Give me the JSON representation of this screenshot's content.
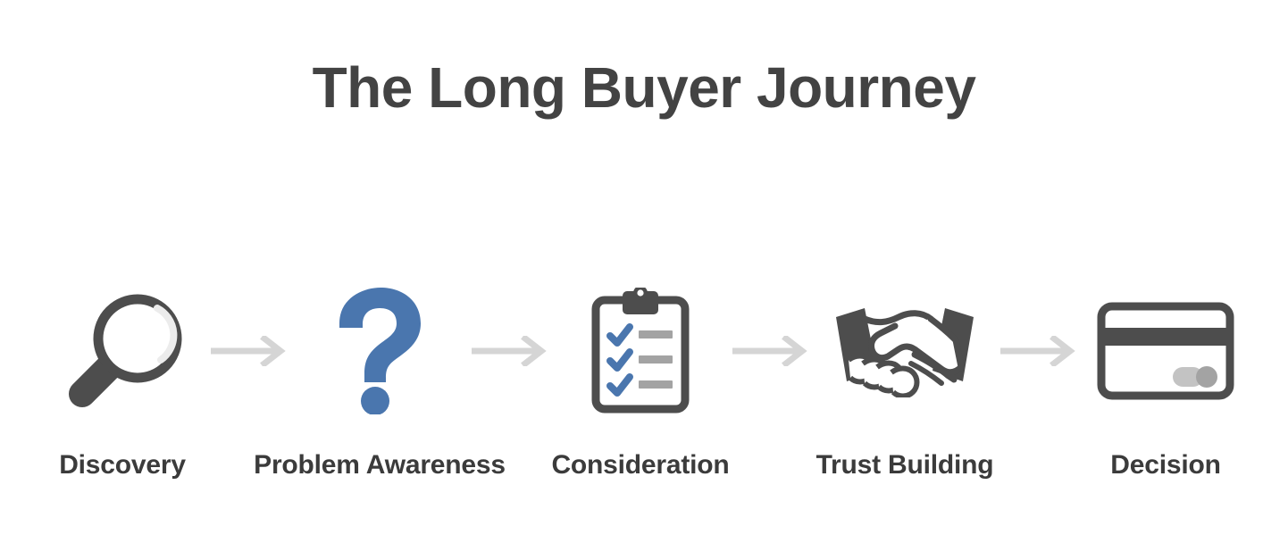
{
  "page": {
    "background_color": "#ffffff",
    "title": "The Long Buyer Journey"
  },
  "theme": {
    "title_color": "#434343",
    "label_color": "#3b3b3b",
    "icon_dark": "#4d4d4d",
    "icon_accent_blue": "#4a76ae",
    "icon_light_gray": "#a3a3a3",
    "arrow_color": "#d5d5d5",
    "highlight_gray": "#ececec"
  },
  "journey": {
    "arrow_icon_name": "arrow-right-icon",
    "stages": [
      {
        "id": "discovery",
        "label": "Discovery",
        "icon": "magnifying-glass-icon"
      },
      {
        "id": "problem-awareness",
        "label": "Problem Awareness",
        "icon": "question-mark-icon"
      },
      {
        "id": "consideration",
        "label": "Consideration",
        "icon": "clipboard-checklist-icon"
      },
      {
        "id": "trust-building",
        "label": "Trust Building",
        "icon": "handshake-icon"
      },
      {
        "id": "decision",
        "label": "Decision",
        "icon": "credit-card-icon"
      }
    ]
  }
}
